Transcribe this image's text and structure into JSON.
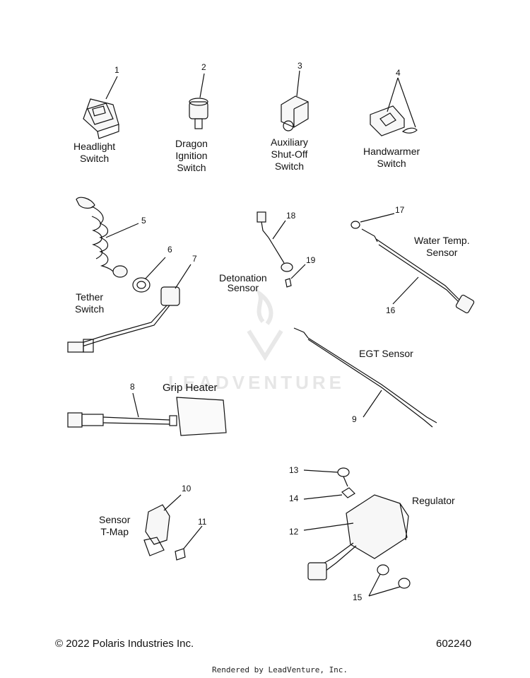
{
  "watermark": "LEADVENTURE",
  "parts": {
    "headlight_switch": "Headlight\nSwitch",
    "dragon_ignition_switch": "Dragon\nIgnition\nSwitch",
    "auxiliary_shutoff_switch": "Auxiliary\nShut-Off\nSwitch",
    "handwarmer_switch": "Handwarmer\nSwitch",
    "tether_switch": "Tether\nSwitch",
    "detonation_sensor": "Detonation\nSensor",
    "water_temp_sensor": "Water Temp.\nSensor",
    "egt_sensor": "EGT Sensor",
    "grip_heater": "Grip Heater",
    "sensor_tmap": "Sensor\nT-Map",
    "regulator": "Regulator"
  },
  "callouts": {
    "n1": "1",
    "n2": "2",
    "n3": "3",
    "n4": "4",
    "n5": "5",
    "n6": "6",
    "n7": "7",
    "n8": "8",
    "n9": "9",
    "n10": "10",
    "n11": "11",
    "n12": "12",
    "n13": "13",
    "n14": "14",
    "n15": "15",
    "n16": "16",
    "n17": "17",
    "n18": "18",
    "n19": "19"
  },
  "footer": {
    "copyright": "© 2022 Polaris Industries Inc.",
    "diagram_number": "602240",
    "rendered_by": "Rendered by LeadVenture, Inc."
  }
}
